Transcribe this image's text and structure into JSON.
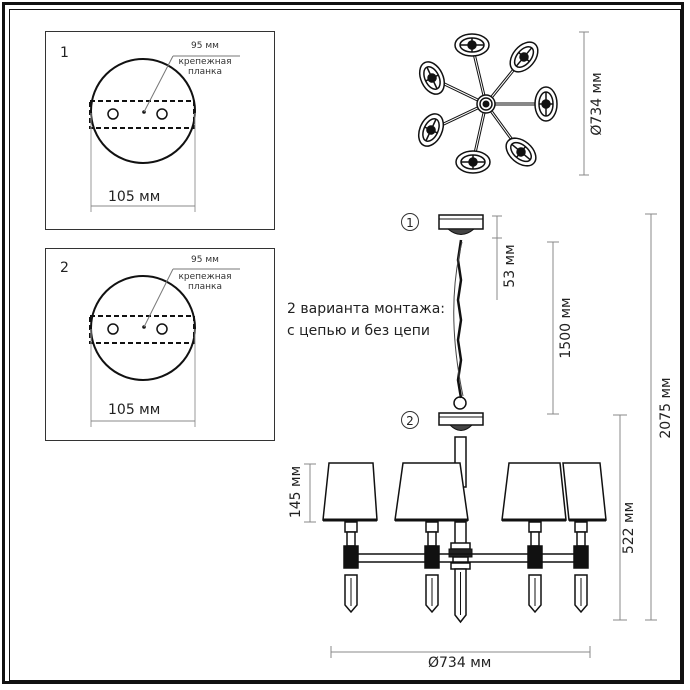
{
  "mounting_panels": [
    {
      "number": "1",
      "plate_width_label": "95 мм",
      "plate_name_line1": "крепежная",
      "plate_name_line2": "планка",
      "base_diameter_label": "105 мм"
    },
    {
      "number": "2",
      "plate_width_label": "95 мм",
      "plate_name_line1": "крепежная",
      "plate_name_line2": "планка",
      "base_diameter_label": "105 мм"
    }
  ],
  "top_view": {
    "diameter_label": "Ø734 мм",
    "arm_count": 7
  },
  "side_view": {
    "mount_note_line1": "2 варианта монтажа:",
    "mount_note_line2": "с цепью и без цепи",
    "marker_1": "1",
    "marker_2": "2",
    "canopy_height_label": "53 мм",
    "chain_length_label": "1500 мм",
    "total_height_label": "2075 мм",
    "body_height_label": "522 мм",
    "shade_height_label": "145 мм",
    "width_label": "Ø734 мм"
  },
  "colors": {
    "line": "#222222",
    "dimension_line": "#888888",
    "background": "#ffffff"
  }
}
